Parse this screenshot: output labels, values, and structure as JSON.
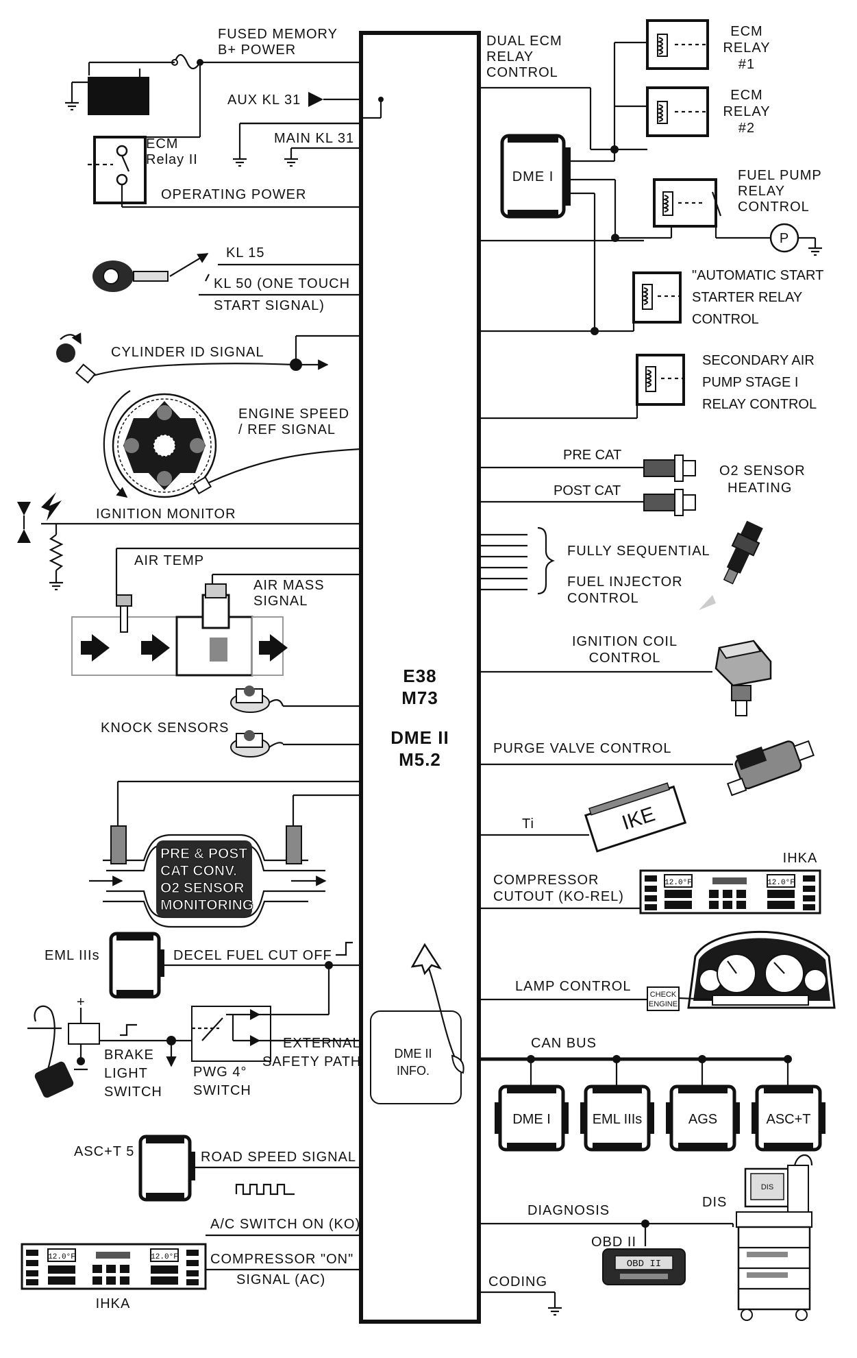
{
  "center_module": {
    "line1": "E38",
    "line2": "M73",
    "line3": "DME II",
    "line4": "M5.2"
  },
  "left": {
    "fused_memory_1": "FUSED MEMORY",
    "fused_memory_2": "B+ POWER",
    "aux_kl31": "AUX KL 31",
    "main_kl31": "MAIN KL 31",
    "ecm_relay_ii_1": "ECM",
    "ecm_relay_ii_2": "Relay II",
    "operating_power": "OPERATING POWER",
    "kl15": "KL 15",
    "kl50_1": "KL 50 (ONE TOUCH",
    "kl50_2": "START SIGNAL)",
    "cylinder_id": "CYLINDER ID SIGNAL",
    "engine_speed_1": "ENGINE SPEED",
    "engine_speed_2": "/ REF SIGNAL",
    "ignition_monitor": "IGNITION MONITOR",
    "air_temp": "AIR TEMP",
    "air_mass_1": "AIR MASS",
    "air_mass_2": "SIGNAL",
    "knock_sensors": "KNOCK SENSORS",
    "o2_mon_1": "PRE & POST",
    "o2_mon_2": "CAT CONV.",
    "o2_mon_3": "O2 SENSOR",
    "o2_mon_4": "MONITORING",
    "eml": "EML IIIs",
    "decel": "DECEL FUEL  CUT OFF",
    "brake_1": "BRAKE",
    "brake_2": "LIGHT",
    "brake_3": "SWITCH",
    "plus": "+",
    "pwg_1": "PWG 4°",
    "pwg_2": "SWITCH",
    "ext_1": "EXTERNAL",
    "ext_2": "SAFETY PATH",
    "dme_info_1": "DME II",
    "dme_info_2": "INFO.",
    "asc": "ASC+T 5",
    "road_speed": "ROAD SPEED SIGNAL",
    "ac_switch": "A/C SWITCH ON (KO)",
    "comp_on_1": "COMPRESSOR \"ON\"",
    "comp_on_2": "SIGNAL (AC)",
    "ihka": "IHKA"
  },
  "right": {
    "dual_ecm_1": "DUAL ECM",
    "dual_ecm_2": "RELAY",
    "dual_ecm_3": "CONTROL",
    "ecm1_1": "ECM",
    "ecm1_2": "RELAY",
    "ecm1_3": "#1",
    "ecm2_1": "ECM",
    "ecm2_2": "RELAY",
    "ecm2_3": "#2",
    "dme1": "DME I",
    "fuel_pump_1": "FUEL PUMP",
    "fuel_pump_2": "RELAY",
    "fuel_pump_3": "CONTROL",
    "pump_p": "P",
    "auto_start_1": "\"AUTOMATIC START",
    "auto_start_2": "STARTER RELAY",
    "auto_start_3": "CONTROL",
    "sec_air_1": "SECONDARY AIR",
    "sec_air_2": "PUMP STAGE I",
    "sec_air_3": "RELAY CONTROL",
    "pre_cat": "PRE CAT",
    "post_cat": "POST CAT",
    "o2_heat_1": "O2 SENSOR",
    "o2_heat_2": "HEATING",
    "injector_1": "FULLY SEQUENTIAL",
    "injector_2": "FUEL INJECTOR",
    "injector_3": "CONTROL",
    "coil_1": "IGNITION COIL",
    "coil_2": "CONTROL",
    "purge": "PURGE VALVE CONTROL",
    "ti": "Ti",
    "ike": "IKE",
    "ihka": "IHKA",
    "comp_cut_1": "COMPRESSOR",
    "comp_cut_2": "CUTOUT (KO-REL)",
    "lamp": "LAMP CONTROL",
    "check_1": "CHECK",
    "check_2": "ENGINE",
    "can_bus": "CAN BUS",
    "can_mod_1": "DME I",
    "can_mod_2": "EML IIIs",
    "can_mod_3": "AGS",
    "can_mod_4": "ASC+T",
    "diagnosis": "DIAGNOSIS",
    "dis": "DIS",
    "obd": "OBD II",
    "obd_screen": "OBD II",
    "coding": "CODING",
    "dis_screen": "DIS",
    "ihka_temp": "12.0°F"
  }
}
